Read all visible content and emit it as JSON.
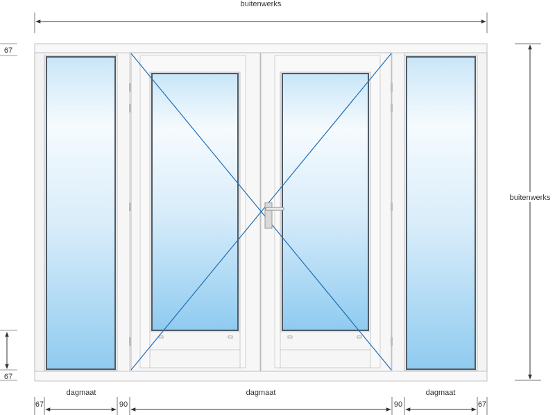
{
  "labels": {
    "top_width": "buitenwerks",
    "right_height": "buitenwerks",
    "top_frame": "67",
    "bottom_frame": "67",
    "dagmaat_left": "dagmaat",
    "dagmaat_center": "dagmaat",
    "dagmaat_right": "dagmaat",
    "dim_left_outer": "67",
    "dim_left_post": "90",
    "dim_right_post": "90",
    "dim_right_outer": "67"
  },
  "colors": {
    "frame": "#f4f4f4",
    "frame_stroke": "#b8b8b8",
    "glass_top": "#eef7fd",
    "glass_bottom": "#92cdf1",
    "glass_edge": "#4f5a66",
    "opening_lines": "#1f6db5",
    "dimension_lines": "#333333"
  },
  "icons": [
    "door-handle-icon",
    "hinge-icon",
    "drainage-slot-icon"
  ]
}
